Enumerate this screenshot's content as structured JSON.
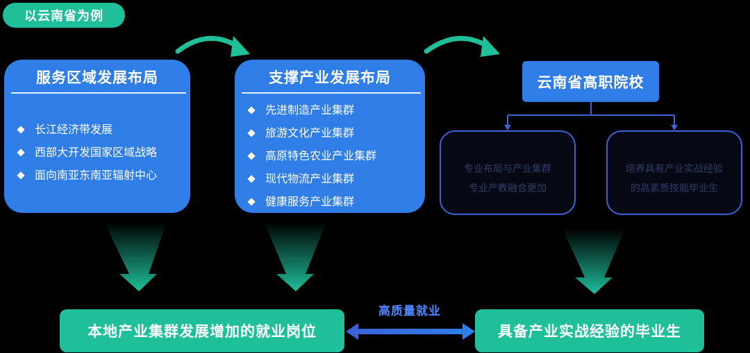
{
  "tag": {
    "label": "以云南省为例"
  },
  "card_region": {
    "title": "服务区域发展布局",
    "items": [
      "长江经济带发展",
      "西部大开发国家区域战略",
      "面向南亚东南亚辐射中心"
    ]
  },
  "card_industry": {
    "title": "支撑产业发展布局",
    "items": [
      "先进制造产业集群",
      "旅游文化产业集群",
      "高原特色农业产业集群",
      "现代物流产业集群",
      "健康服务产业集群"
    ]
  },
  "school": {
    "title": "云南省高职院校",
    "sub_left": [
      "专业布局与产业集群",
      "专业产教融合更加"
    ],
    "sub_right": [
      "培养具有产业实战经验",
      "的高素质技能毕业生"
    ]
  },
  "bottom": {
    "left": "本地产业集群发展增加的就业岗位",
    "right": "具备产业实战经验的毕业生",
    "link_label": "高质量就业"
  },
  "colors": {
    "teal": "#1fbf9a",
    "blue": "#2f7de6",
    "link_blue": "#4f86ff",
    "background": "#000000"
  }
}
